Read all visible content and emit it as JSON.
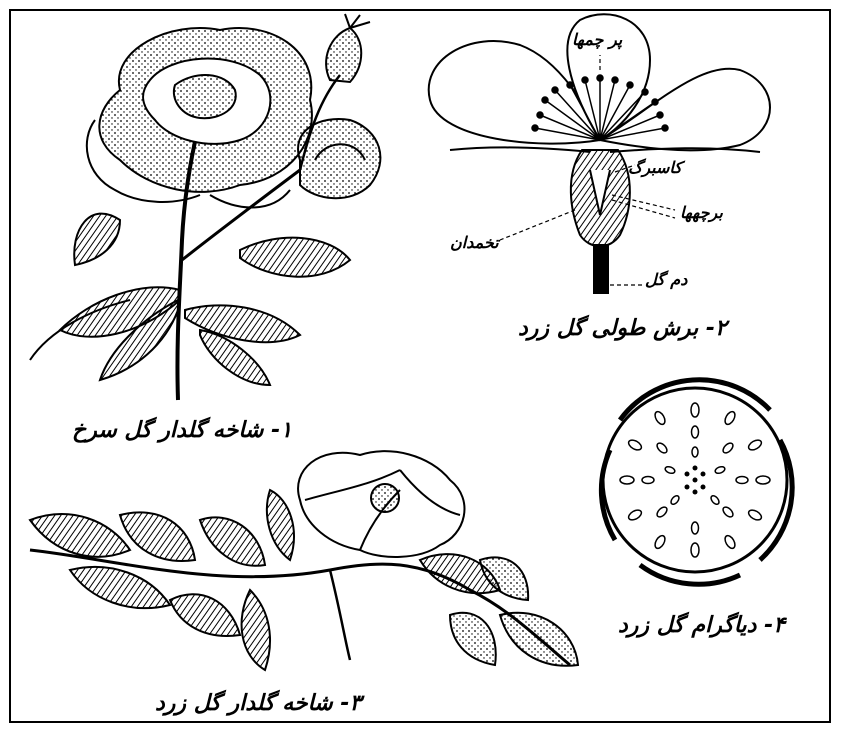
{
  "figures": [
    {
      "caption": "۱- شاخه گلدار گل سرخ"
    },
    {
      "caption": "۲- برش طولی گل زرد",
      "parts": {
        "petals": "پر چمها",
        "sepal": "کاسبرگ",
        "carpels": "برچهها",
        "ovary": "تخمدان",
        "stalk": "دم گل"
      }
    },
    {
      "caption": "۳- شاخه گلدار گل زرد"
    },
    {
      "caption": "۴- دیاگرام گل زرد"
    }
  ],
  "colors": {
    "ink": "#000000",
    "paper": "#ffffff"
  }
}
